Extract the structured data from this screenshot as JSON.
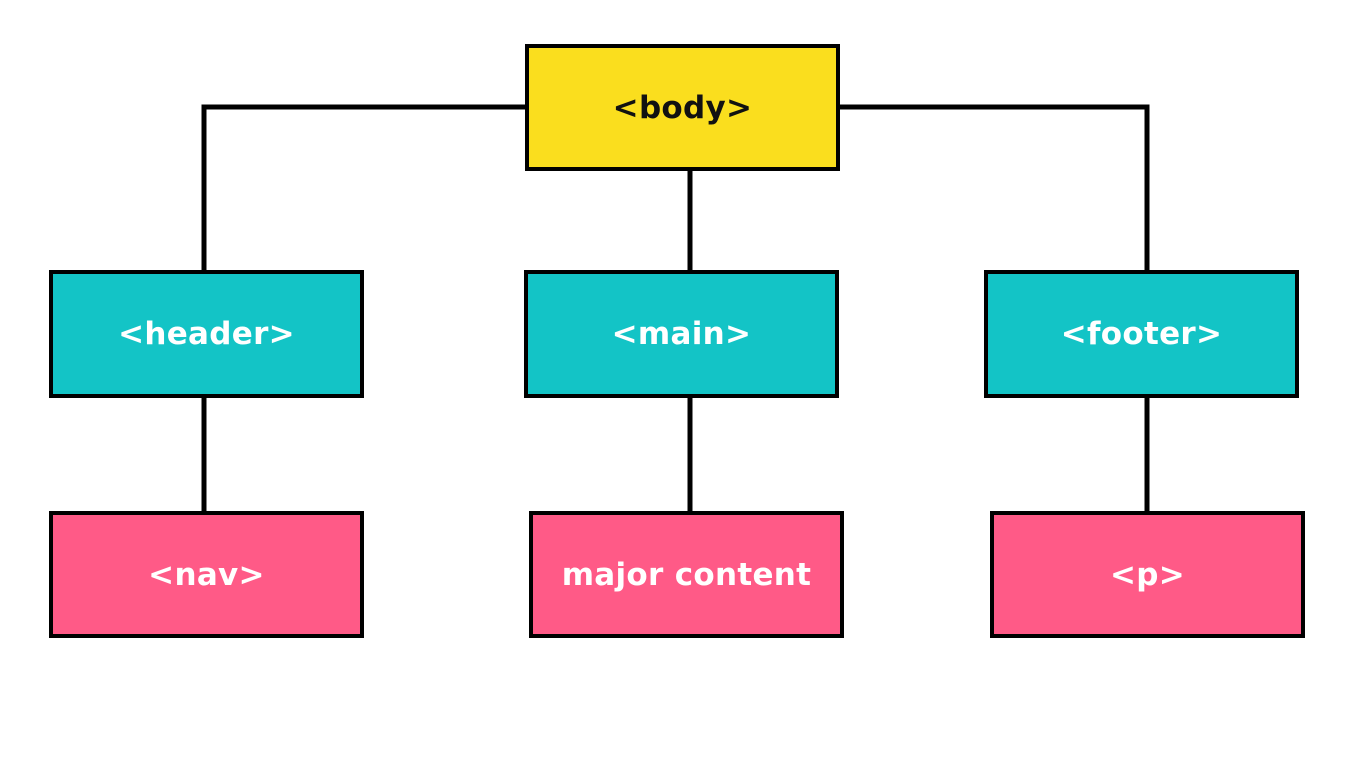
{
  "colors": {
    "root_fill": "#FADE1E",
    "section_fill": "#13C4C6",
    "content_fill": "#FF5A87",
    "border": "#000000",
    "line": "#000000"
  },
  "nodes": {
    "body": "<body>",
    "header": "<header>",
    "main": "<main>",
    "footer": "<footer>",
    "nav": "<nav>",
    "major": "major content",
    "p": "<p>"
  }
}
